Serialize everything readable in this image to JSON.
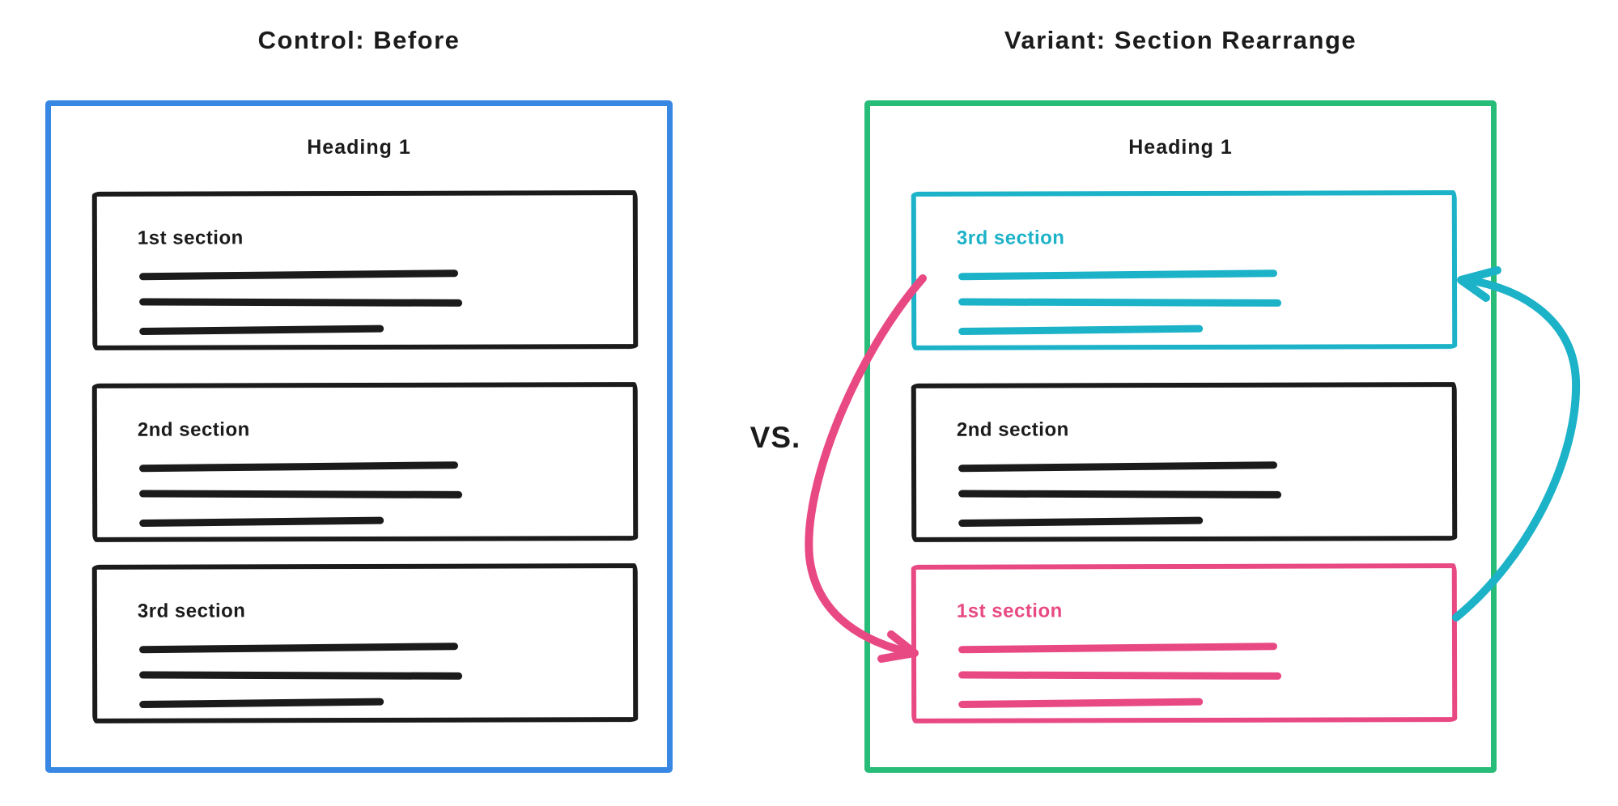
{
  "titles": {
    "control": "Control: Before",
    "variant": "Variant: Section Rearrange",
    "versus": "VS."
  },
  "control_panel": {
    "heading": "Heading 1",
    "sections": [
      {
        "label": "1st section",
        "color": "#1b1b1b"
      },
      {
        "label": "2nd section",
        "color": "#1b1b1b"
      },
      {
        "label": "3rd section",
        "color": "#1b1b1b"
      }
    ]
  },
  "variant_panel": {
    "heading": "Heading 1",
    "sections": [
      {
        "label": "3rd section",
        "color": "#1cb2c8"
      },
      {
        "label": "2nd section",
        "color": "#1b1b1b"
      },
      {
        "label": "1st section",
        "color": "#e84983"
      }
    ]
  },
  "arrows": [
    {
      "name": "move-down-arrow",
      "color": "#e84983"
    },
    {
      "name": "move-up-arrow",
      "color": "#1cb2c8"
    }
  ],
  "colors": {
    "control_border": "#3787e3",
    "variant_border": "#27bc77",
    "ink": "#1b1b1b",
    "moved_up": "#1cb2c8",
    "moved_down": "#e84983",
    "background": "#ffffff"
  }
}
